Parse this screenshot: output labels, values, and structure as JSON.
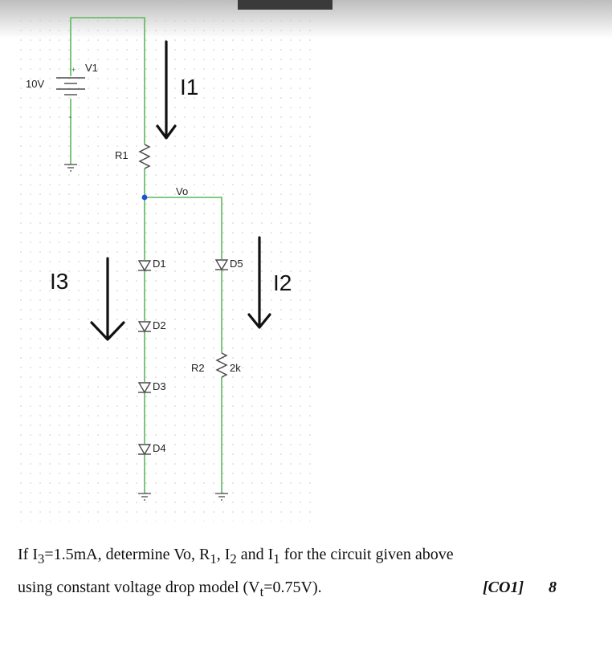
{
  "schematic": {
    "source_value": "10V",
    "source_name": "V1",
    "source_plus": "+",
    "source_minus": "-",
    "r1_name": "R1",
    "node_label": "Vo",
    "d1": "D1",
    "d2": "D2",
    "d3": "D3",
    "d4": "D4",
    "d5": "D5",
    "r2_name": "R2",
    "r2_value": "2k",
    "current_1": "I1",
    "current_2": "I2",
    "current_3": "I3"
  },
  "colors": {
    "wire": "#5cb85c",
    "component": "#4a4a4a",
    "node": "#1f4fd8",
    "grid": "#c9c9c9"
  },
  "question": {
    "line1_a": "If I",
    "line1_sub3": "3",
    "line1_b": "=1.5mA, determine Vo, R",
    "line1_sub1a": "1",
    "line1_c": ", I",
    "line1_sub2": "2",
    "line1_d": " and I",
    "line1_sub1b": "1",
    "line1_e": " for the circuit given above",
    "line2_a": "using constant voltage drop model (V",
    "line2_sub": "t",
    "line2_b": "=0.75V).",
    "co_tag": "[CO1]",
    "marks": "8"
  }
}
